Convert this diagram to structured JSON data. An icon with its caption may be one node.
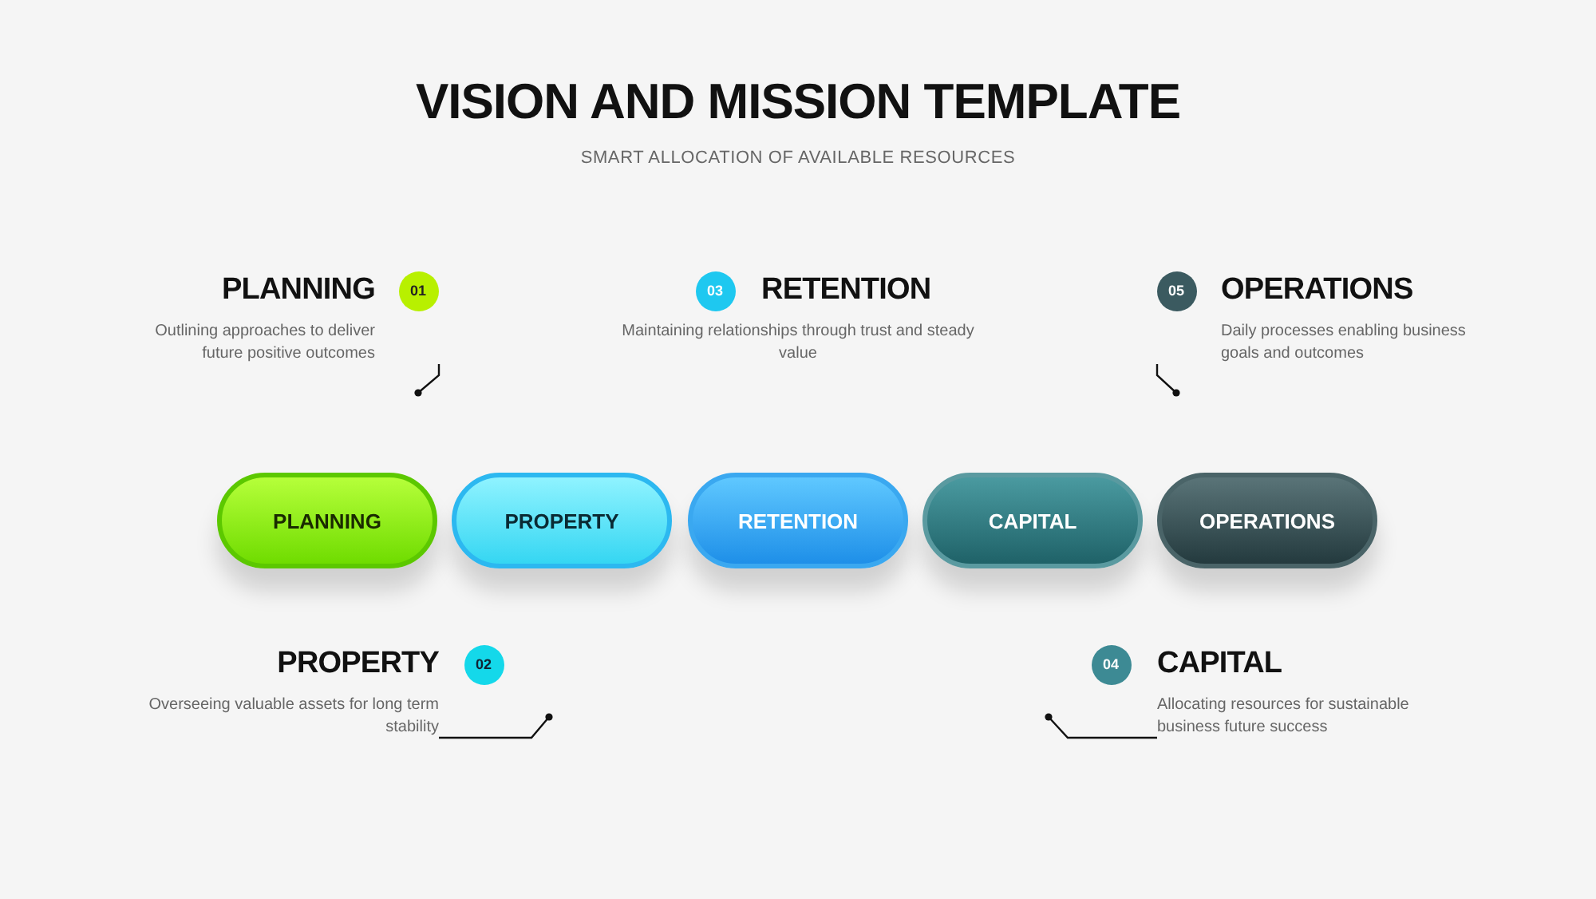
{
  "diagram": {
    "title": "VISION AND MISSION TEMPLATE",
    "caption": "SMART ALLOCATION OF AVAILABLE RESOURCES",
    "nodes": [
      {
        "text": [
          "PLANNING",
          "Outlining approaches to deliver future positive outcomes"
        ]
      },
      {
        "text": [
          "01"
        ]
      },
      {
        "text": [
          "RETENTION",
          "Maintaining relationships through trust and steady value"
        ]
      },
      {
        "text": [
          "03"
        ]
      },
      {
        "text": [
          "OPERATIONS",
          "Daily processes enabling business goals and outcomes"
        ]
      },
      {
        "text": [
          "05"
        ]
      },
      {
        "text": [
          "PLANNING"
        ]
      },
      {
        "text": [
          "PROPERTY"
        ]
      },
      {
        "text": [
          "RETENTION"
        ]
      },
      {
        "text": [
          "CAPITAL"
        ]
      },
      {
        "text": [
          "OPERATIONS"
        ]
      },
      {
        "text": [
          "PROPERTY",
          "Overseeing valuable assets for long term stability"
        ]
      },
      {
        "text": [
          "02"
        ]
      },
      {
        "text": [
          "CAPITAL",
          "Allocating resources for sustainable business future success"
        ]
      },
      {
        "text": [
          "04"
        ]
      }
    ],
    "edges": [
      {
        "from": 0,
        "to": null,
        "arrow": "other"
      },
      {
        "from": 4,
        "to": null,
        "arrow": "other"
      },
      {
        "from": 11,
        "to": null,
        "arrow": "other"
      },
      {
        "from": 13,
        "to": null,
        "arrow": "other"
      }
    ]
  }
}
